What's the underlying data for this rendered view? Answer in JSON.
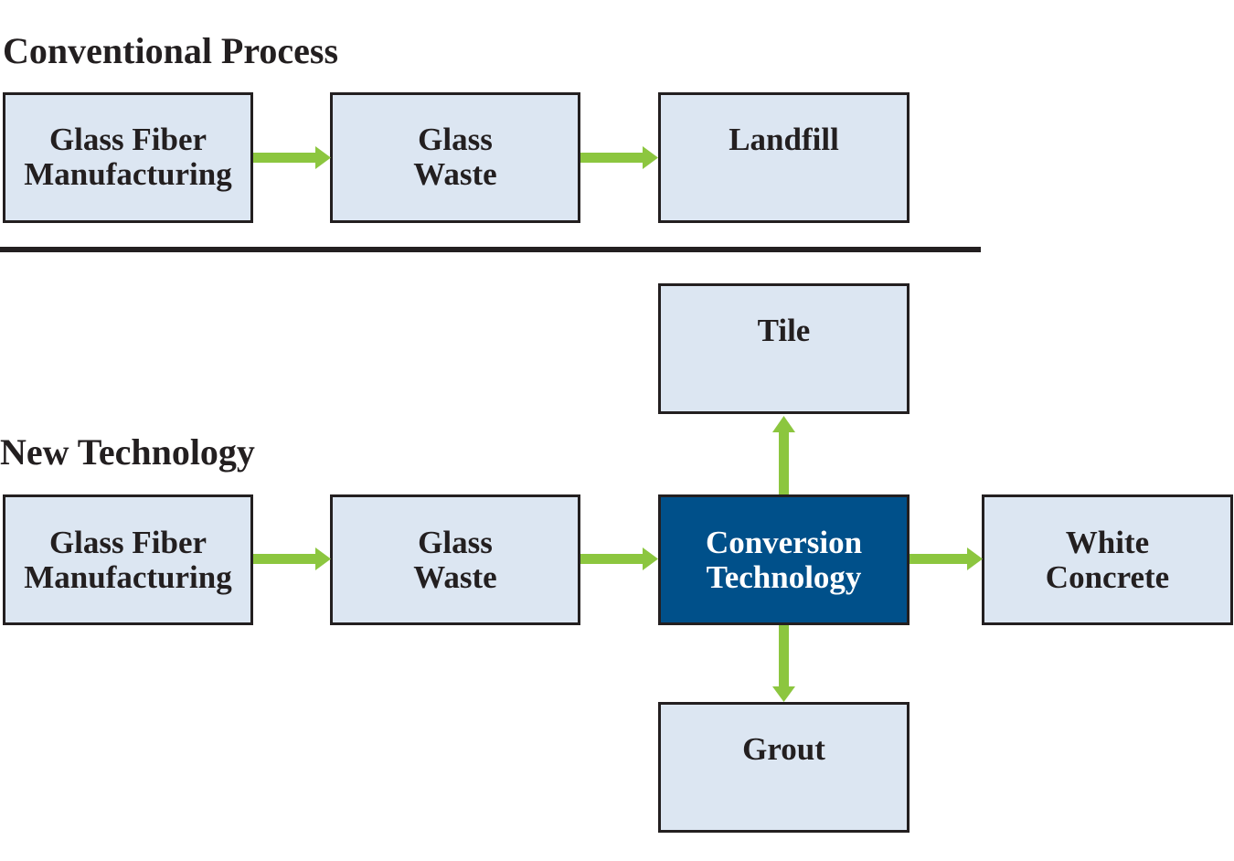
{
  "conventional": {
    "title": "Conventional Process",
    "steps": [
      "Glass Fiber\nManufacturing",
      "Glass\nWaste",
      "Landfill"
    ]
  },
  "new_technology": {
    "title": "New Technology",
    "steps": [
      "Glass Fiber\nManufacturing",
      "Glass\nWaste",
      "Conversion\nTechnology"
    ],
    "outputs": {
      "top": "Tile",
      "right": "White\nConcrete",
      "bottom": "Grout"
    }
  },
  "colors": {
    "box_fill": "#dce6f2",
    "highlight_fill": "#00508a",
    "arrow": "#8cc63f",
    "border": "#231f20"
  }
}
